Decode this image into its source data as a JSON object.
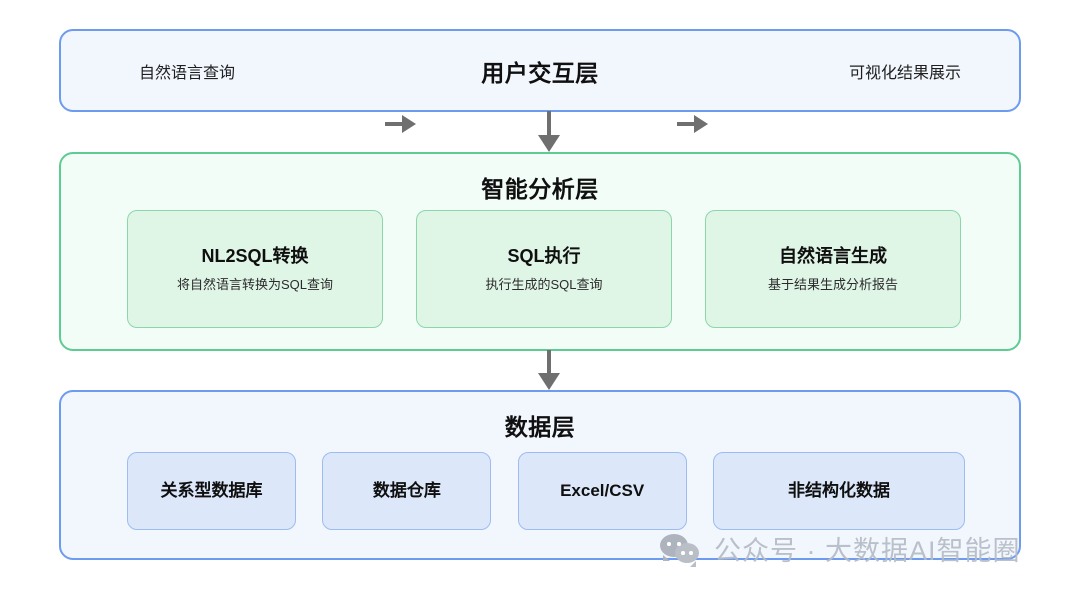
{
  "diagram": {
    "layers": [
      {
        "id": "user-interaction",
        "title": "用户交互层",
        "left_label": "自然语言查询",
        "right_label": "可视化结果展示",
        "border_color": "#6d9bef",
        "fill_color": "#f2f7fe"
      },
      {
        "id": "intelligent-analysis",
        "title": "智能分析层",
        "border_color": "#5ecb92",
        "fill_color": "#f3fdf7",
        "cards": [
          {
            "title": "NL2SQL转换",
            "subtitle": "将自然语言转换为SQL查询"
          },
          {
            "title": "SQL执行",
            "subtitle": "执行生成的SQL查询"
          },
          {
            "title": "自然语言生成",
            "subtitle": "基于结果生成分析报告"
          }
        ]
      },
      {
        "id": "data-layer",
        "title": "数据层",
        "border_color": "#6d9bef",
        "fill_color": "#f2f7fe",
        "cards": [
          {
            "title": "关系型数据库"
          },
          {
            "title": "数据仓库"
          },
          {
            "title": "Excel/CSV"
          },
          {
            "title": "非结构化数据"
          }
        ]
      }
    ],
    "arrow_color": "#6f6f6f"
  },
  "watermark": {
    "text": "公众号 · 大数据AI智能圈",
    "icon": "wechat-icon",
    "color": "#b6bcc6"
  }
}
